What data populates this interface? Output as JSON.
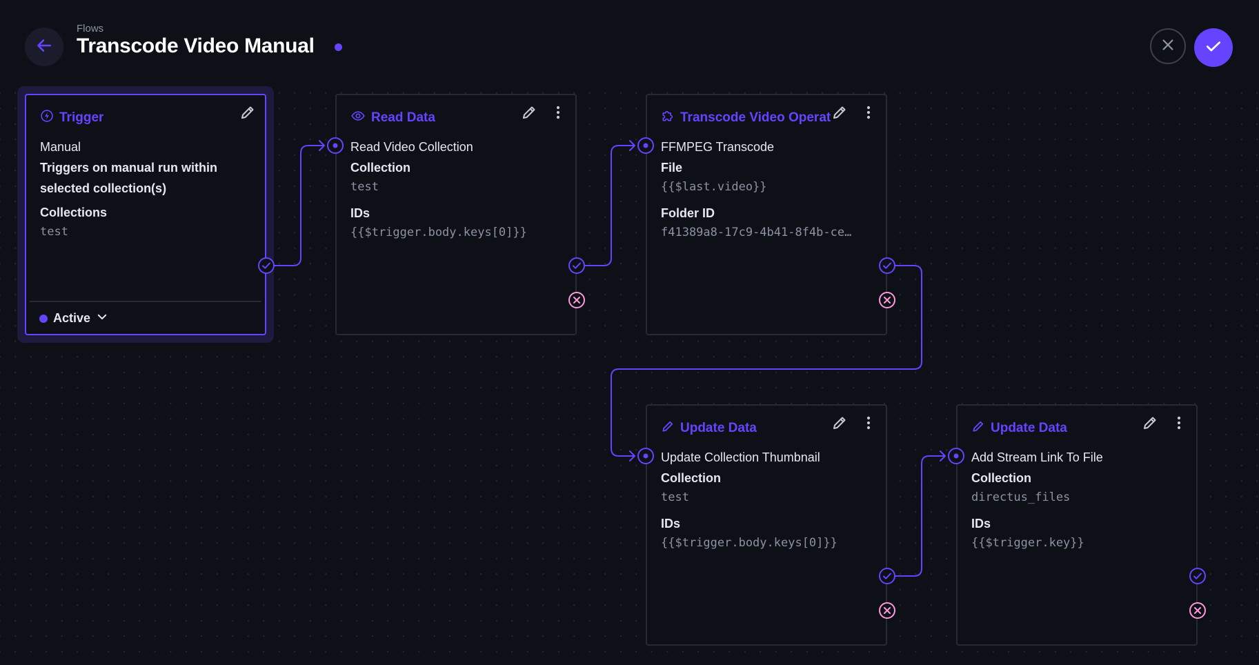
{
  "header": {
    "breadcrumb": "Flows",
    "title": "Transcode Video Manual",
    "back_icon": "arrow-left-icon",
    "cancel_icon": "close-icon",
    "save_icon": "check-icon"
  },
  "colors": {
    "accent": "#6644ff",
    "success": "#6644ff",
    "error": "#ff99dd",
    "background": "#0e1017",
    "panel_border": "#272a36"
  },
  "panels": {
    "trigger": {
      "title": "Trigger",
      "icon": "bolt-icon",
      "type": "Manual",
      "description": "Triggers on manual run within selected collection(s)",
      "field_label": "Collections",
      "field_value": "test",
      "status": "Active"
    },
    "read": {
      "title": "Read Data",
      "icon": "eye-icon",
      "name": "Read Video Collection",
      "fields": [
        {
          "label": "Collection",
          "value": "test"
        },
        {
          "label": "IDs",
          "value": "{{$trigger.body.keys[0]}}"
        }
      ]
    },
    "transcode": {
      "title": "Transcode Video Operation",
      "icon": "extension-icon",
      "name": "FFMPEG Transcode",
      "fields": [
        {
          "label": "File",
          "value": "{{$last.video}}"
        },
        {
          "label": "Folder ID",
          "value": "f41389a8-17c9-4b41-8f4b-ce…"
        }
      ]
    },
    "update1": {
      "title": "Update Data",
      "icon": "pencil-icon",
      "name": "Update Collection Thumbnail",
      "fields": [
        {
          "label": "Collection",
          "value": "test"
        },
        {
          "label": "IDs",
          "value": "{{$trigger.body.keys[0]}}"
        }
      ]
    },
    "update2": {
      "title": "Update Data",
      "icon": "pencil-icon",
      "name": "Add Stream Link To File",
      "fields": [
        {
          "label": "Collection",
          "value": "directus_files"
        },
        {
          "label": "IDs",
          "value": "{{$trigger.key}}"
        }
      ]
    }
  }
}
